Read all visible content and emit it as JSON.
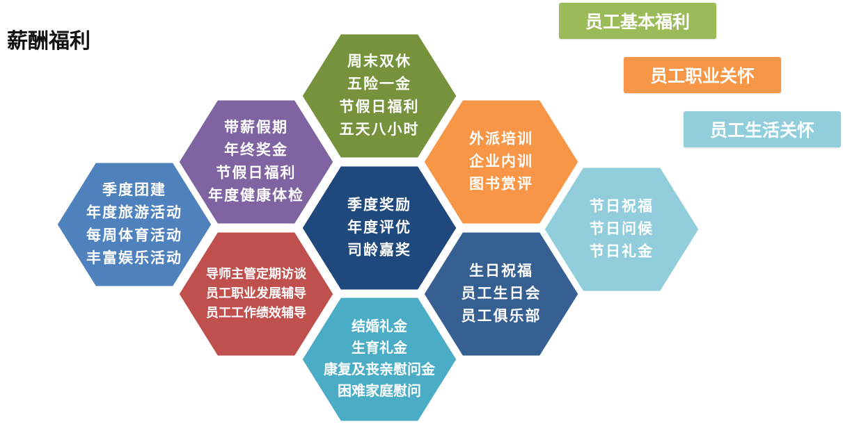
{
  "title": "薪酬福利",
  "legend": [
    {
      "label": "员工基本福利",
      "color": "#9bbb59"
    },
    {
      "label": "员工职业关怀",
      "color": "#f79646"
    },
    {
      "label": "员工生活关怀",
      "color": "#92cddc"
    }
  ],
  "hexagons": [
    {
      "id": "top-center",
      "color": "#76923c",
      "lines": [
        "周末双休",
        "五险一金",
        "节假日福利",
        "五天八小时"
      ]
    },
    {
      "id": "upper-left",
      "color": "#8064a2",
      "lines": [
        "带薪假期",
        "年终奖金",
        "节假日福利",
        "年度健康体检"
      ]
    },
    {
      "id": "left",
      "color": "#4f81bd",
      "lines": [
        "季度团建",
        "年度旅游活动",
        "每周体育活动",
        "丰富娱乐活动"
      ]
    },
    {
      "id": "center",
      "color": "#1f497d",
      "lines": [
        "季度奖励",
        "年度评优",
        "司龄嘉奖"
      ]
    },
    {
      "id": "upper-right",
      "color": "#f79646",
      "lines": [
        "外派培训",
        "企业内训",
        "图书赏评"
      ]
    },
    {
      "id": "right",
      "color": "#92cddc",
      "lines": [
        "节日祝福",
        "节日问候",
        "节日礼金"
      ]
    },
    {
      "id": "lower-left",
      "color": "#c0504d",
      "lines": [
        "导师主管定期访谈",
        "员工职业发展辅导",
        "员工工作绩效辅导"
      ]
    },
    {
      "id": "lower-right",
      "color": "#366092",
      "lines": [
        "生日祝福",
        "员工生日会",
        "员工俱乐部"
      ]
    },
    {
      "id": "bottom-center",
      "color": "#4bacc6",
      "lines": [
        "结婚礼金",
        "生育礼金",
        "康复及丧亲慰问金",
        "困难家庭慰问"
      ]
    }
  ]
}
